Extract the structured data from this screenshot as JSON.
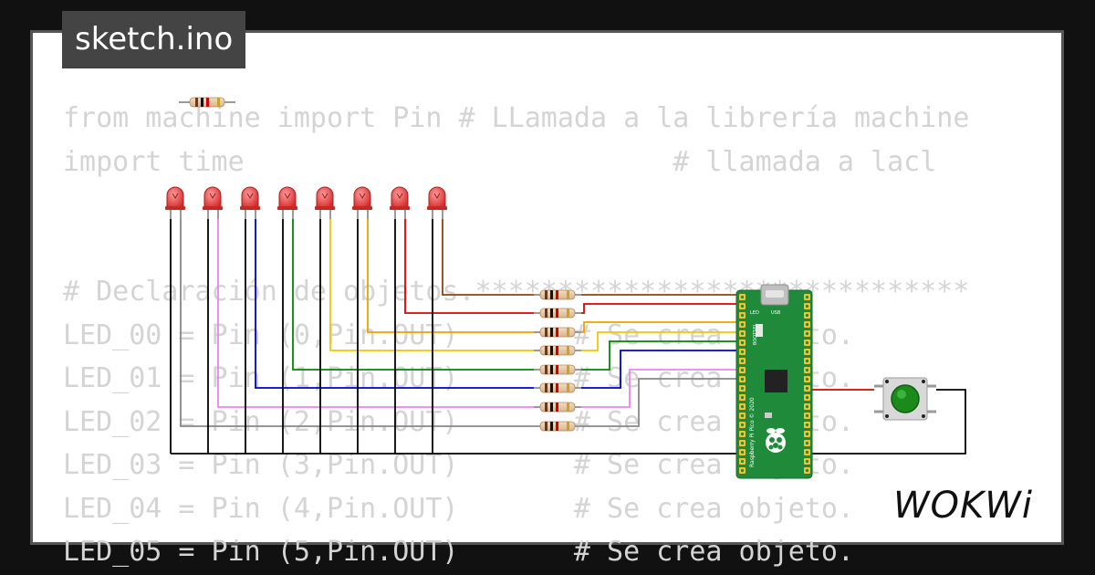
{
  "title": "sketch.ino",
  "code_lines": [
    "from machine import Pin # LLamada a la librería machine",
    "import time                          # llamada a lacl",
    "",
    "",
    "# Declaración de objetos.******************************",
    "LED_00 = Pin (0,Pin.OUT)       # Se crea objeto.",
    "LED_01 = Pin (1,Pin.OUT)       # Se crea objeto.",
    "LED_02 = Pin (2,Pin.OUT)       # Se crea objeto.",
    "LED_03 = Pin (3,Pin.OUT)       # Se crea objeto.",
    "LED_04 = Pin (4,Pin.OUT)       # Se crea objeto.",
    "LED_05 = Pin (5,Pin.OUT)       # Se crea objeto."
  ],
  "board": {
    "silkscreen_model": "Raspberry Pi Pico © 2020",
    "label_led": "LED",
    "label_usb": "USB",
    "label_bootsel": "BOOTSEL"
  },
  "logo": {
    "text": "WOKWi"
  },
  "colors": {
    "background": "#111111",
    "frame_border": "#555555",
    "title_bg": "#444444",
    "code_text": "#d4d4d4",
    "led": "#e23b3b",
    "board": "#1f8a3a",
    "button": "#1a8a1a",
    "wire_colors": [
      "#8b4513",
      "#dd0000",
      "#f0a000",
      "#f0c800",
      "#008800",
      "#0000cc",
      "#ee82ee",
      "#888888"
    ]
  },
  "icons": [
    "raspberry-logo-icon",
    "wokwi-logo-icon"
  ]
}
